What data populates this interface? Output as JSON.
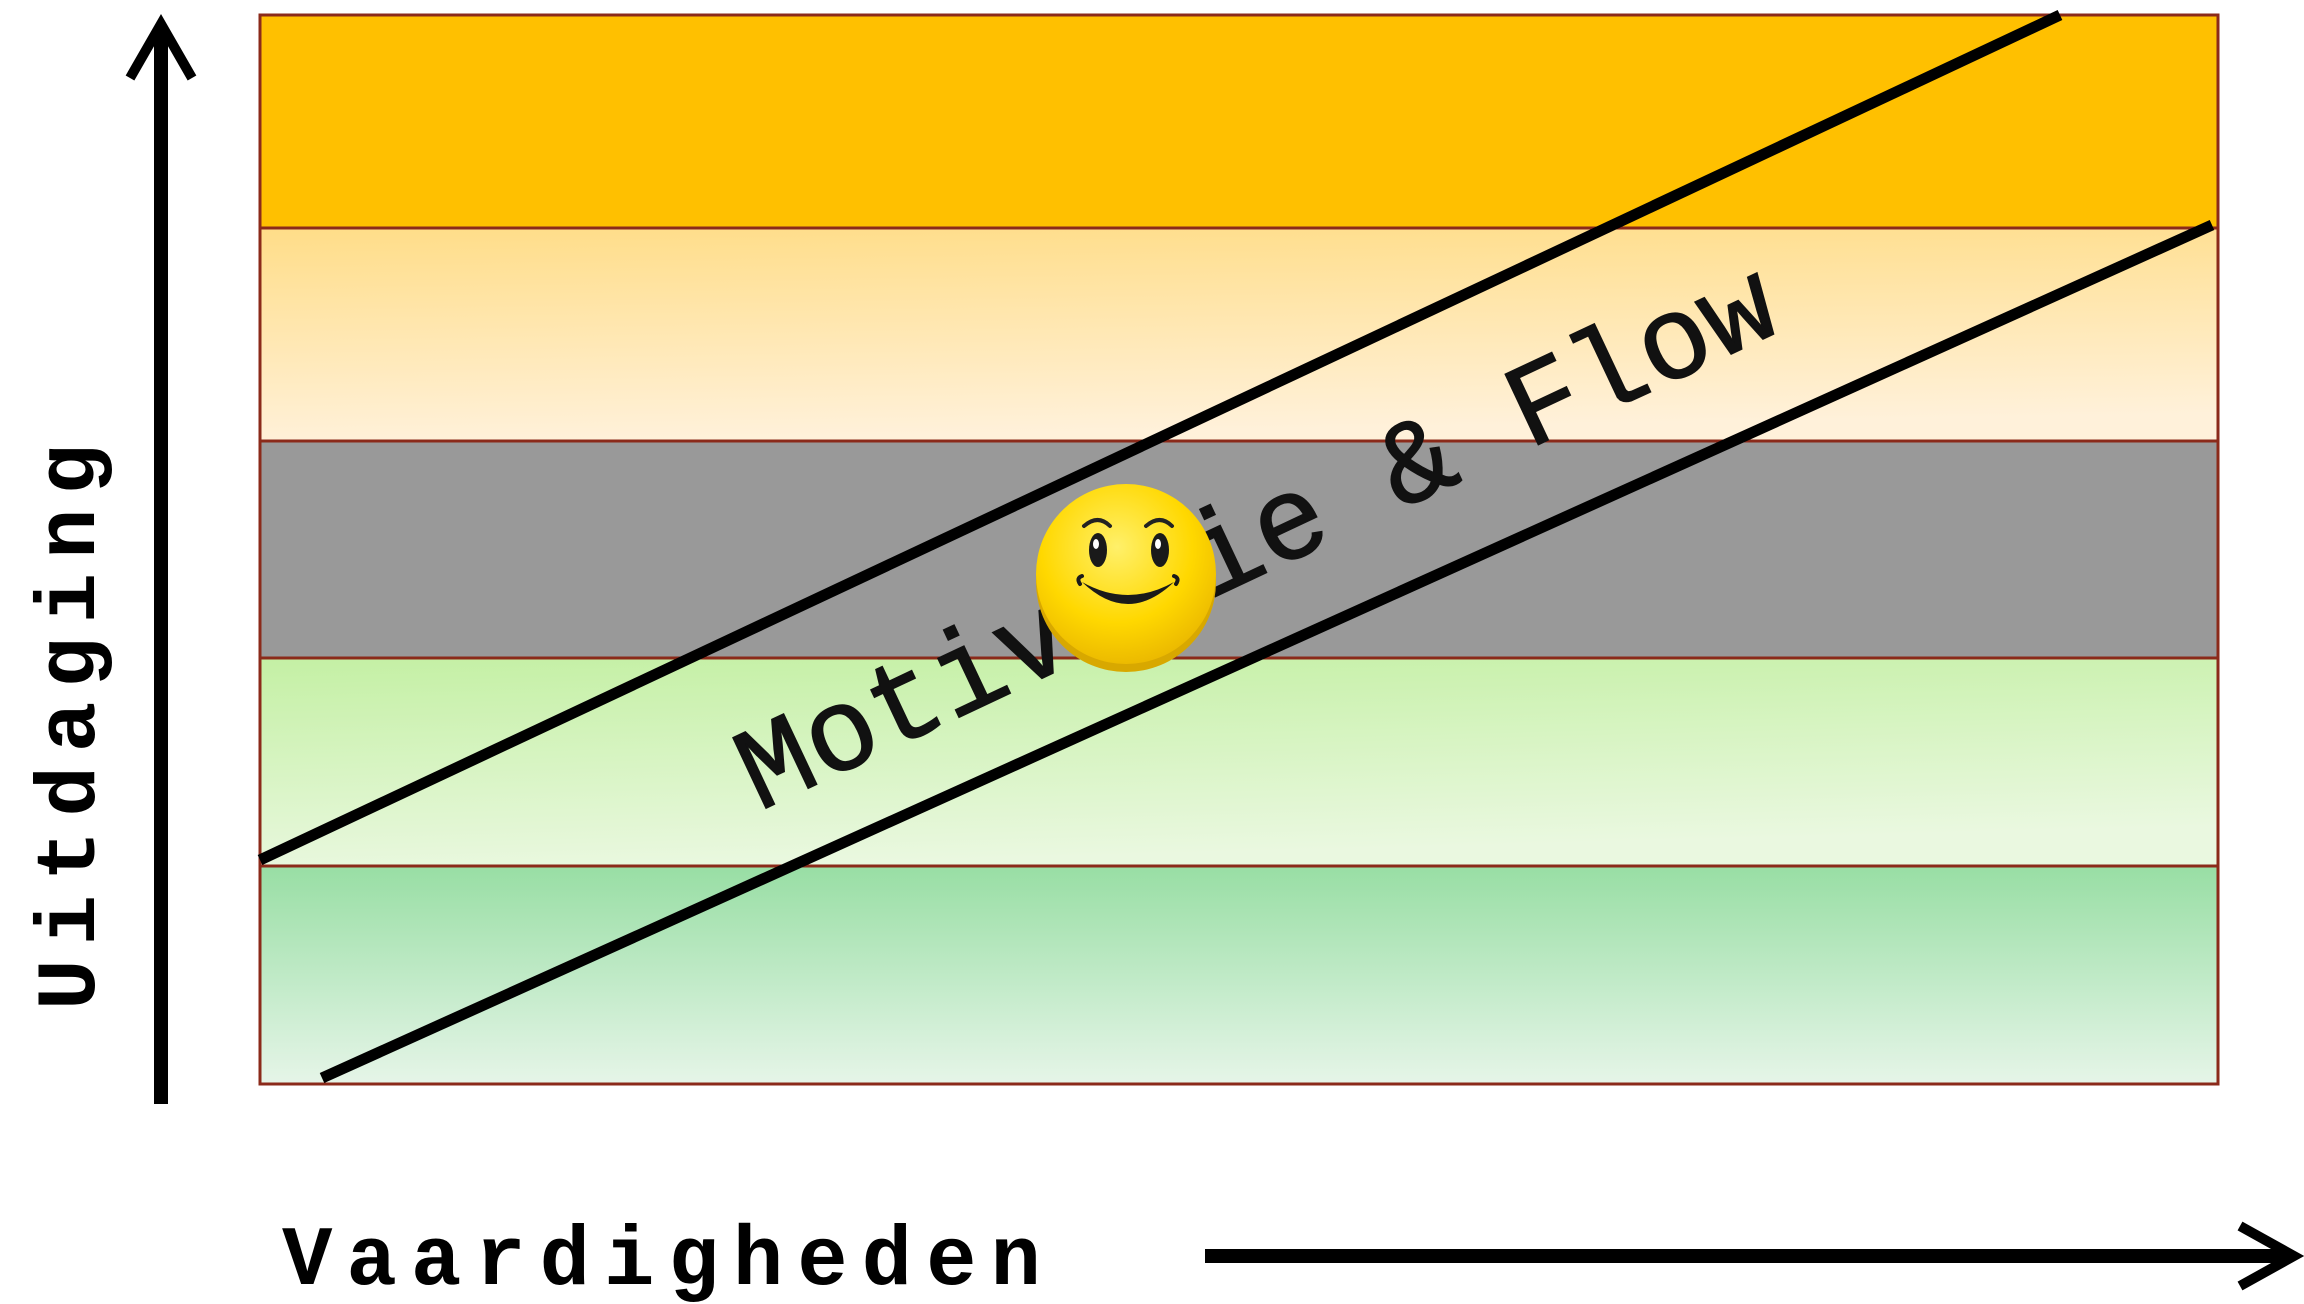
{
  "diagram": {
    "x_axis_label": "Vaardigheden",
    "y_axis_label": "Uitdaging",
    "channel_label": "Motivatie & Flow",
    "icon": "smiley-face-icon"
  },
  "colors": {
    "band_top": "#FFC000",
    "band_upper_light": "#FFE8B0",
    "band_middle": "#999999",
    "band_lower_light": "#D4F5B8",
    "band_bottom": "#A0E0A8",
    "band_border": "#8B2A1A",
    "axis": "#000000",
    "smiley": "#FFD400"
  }
}
